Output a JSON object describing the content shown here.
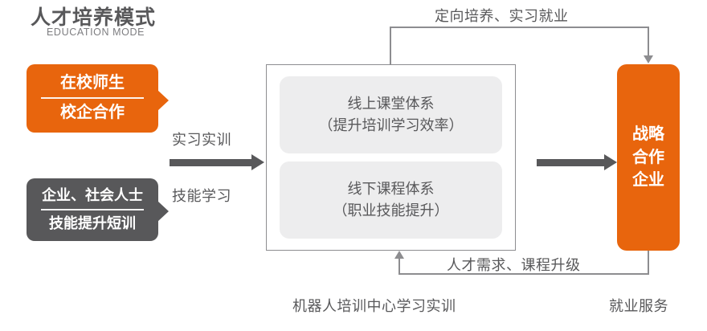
{
  "header": {
    "title": "人才培养模式",
    "subtitle": "EDUCATION MODE"
  },
  "left_inputs": [
    {
      "id": "students",
      "line1": "在校师生",
      "line2": "校企合作",
      "color": "#e8650d",
      "text_color": "#ffffff"
    },
    {
      "id": "enterprise",
      "line1": "企业、社会人士",
      "line2": "技能提升短训",
      "color": "#58585a",
      "text_color": "#ffffff"
    }
  ],
  "middle_flow": {
    "label_top": "实习实训",
    "label_bottom": "技能学习",
    "arrow_icon": "right-arrow-icon",
    "arrow_color": "#58585a"
  },
  "center_box": {
    "panels": [
      {
        "title": "线上课堂体系",
        "detail": "（提升培训学习效率）"
      },
      {
        "title": "线下课程体系",
        "detail": "（职业技能提升）"
      }
    ],
    "border_color": "#8d8d90",
    "panel_color": "#ededee"
  },
  "output_arrow": {
    "icon": "right-arrow-icon",
    "color": "#58585a"
  },
  "strategy_box": {
    "line1": "战略",
    "line2": "合作",
    "line3": "企业",
    "color": "#e8650d",
    "text_color": "#ffffff"
  },
  "feedback_loops": [
    {
      "id": "top",
      "label": "定向培养、实习就业",
      "direction": "center-to-enterprise",
      "arrow_icon": "arrow-down-icon",
      "color": "#8d8d90"
    },
    {
      "id": "bottom",
      "label": "人才需求、课程升级",
      "direction": "enterprise-to-center",
      "arrow_icon": "arrow-up-icon",
      "color": "#8d8d90"
    }
  ],
  "captions": {
    "center": "机器人培训中心学习实训",
    "right": "就业服务"
  }
}
